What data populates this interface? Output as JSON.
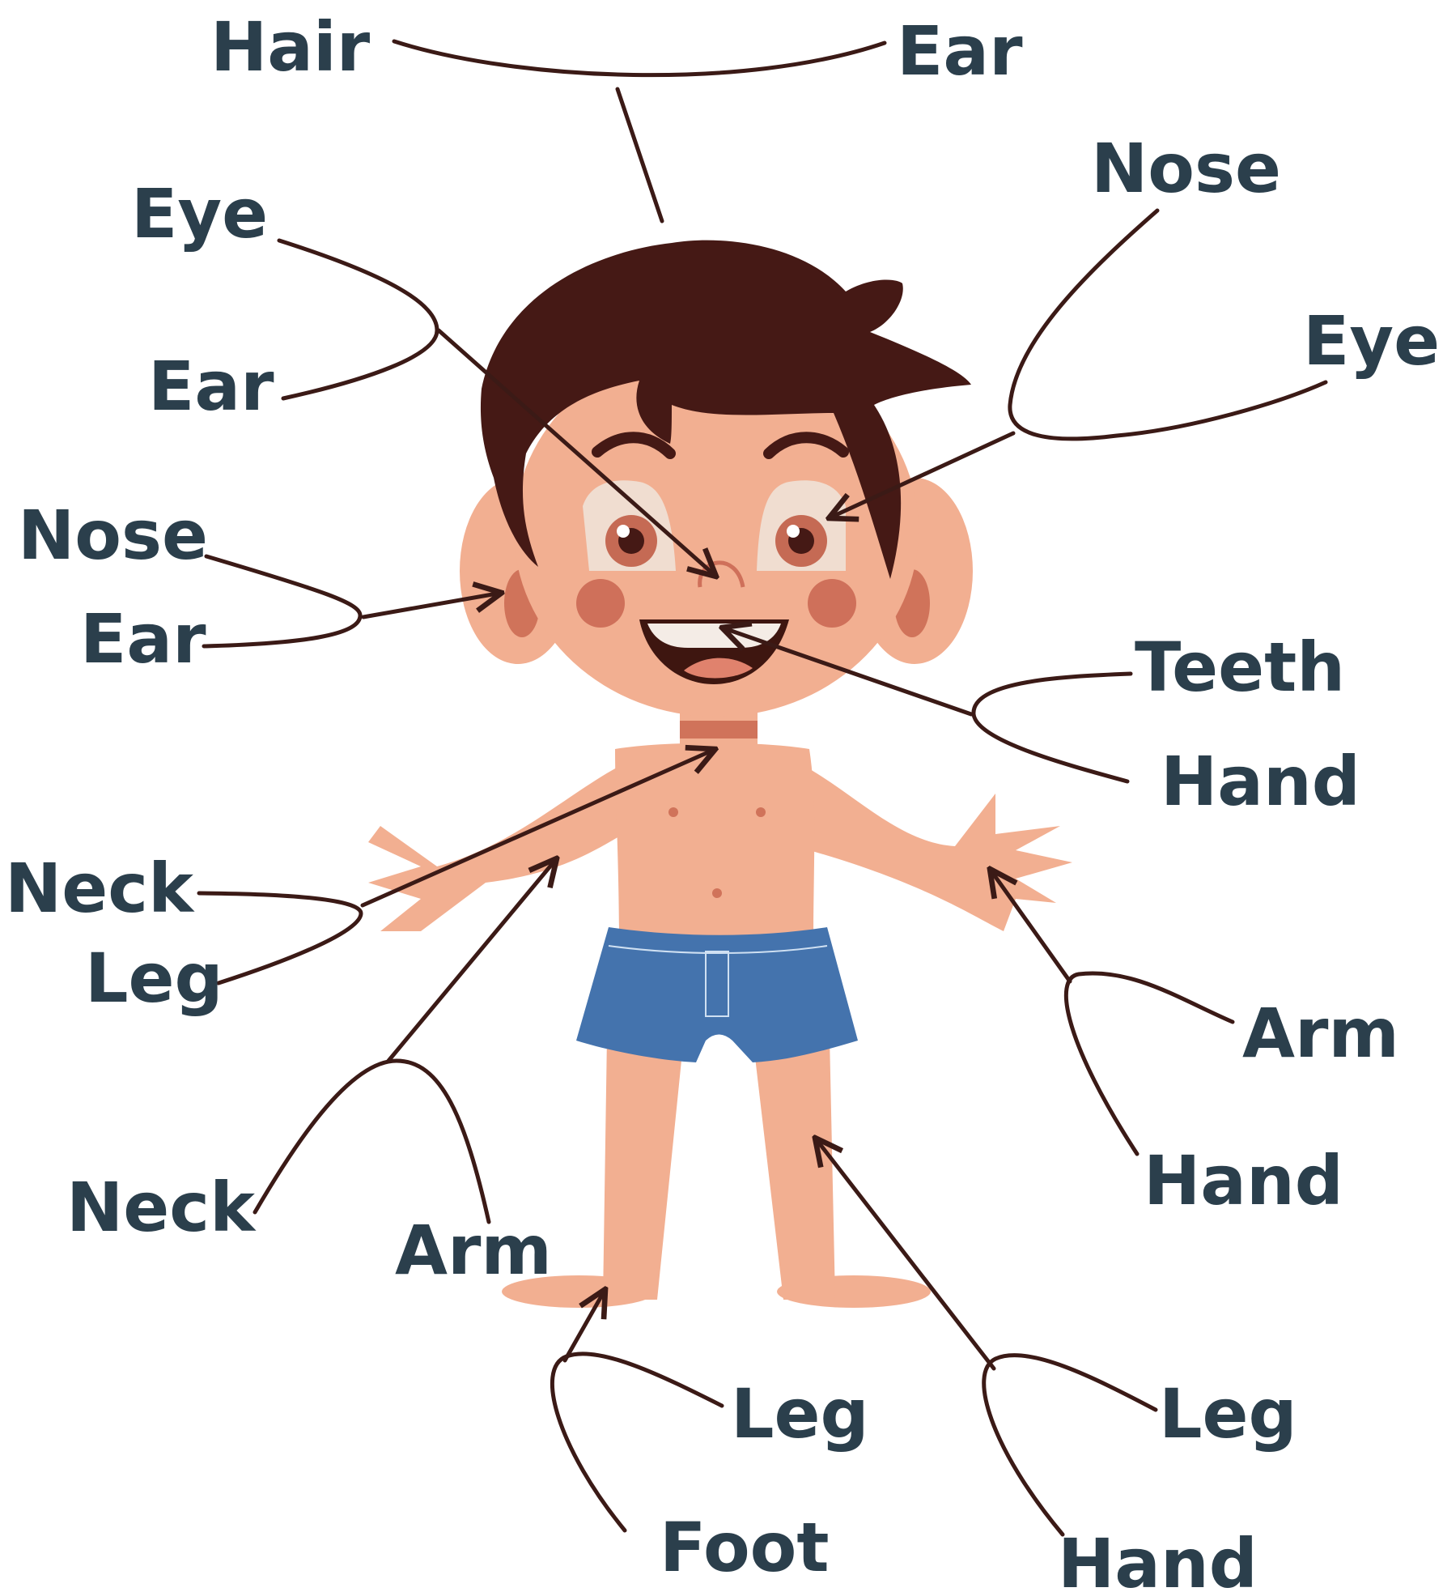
{
  "diagram": {
    "labels": {
      "hair_top": "Hair",
      "ear_top": "Ear",
      "eye_left": "Eye",
      "ear_left": "Ear",
      "nose_right": "Nose",
      "eye_right": "Eye",
      "nose_left": "Nose",
      "ear_left2": "Ear",
      "teeth_right": "Teeth",
      "hand_right": "Hand",
      "neck_left": "Neck",
      "leg_left": "Leg",
      "arm_right": "Arm",
      "hand_right2": "Hand",
      "neck_left2": "Neck",
      "arm_left": "Arm",
      "leg_bottom_mid": "Leg",
      "foot_bottom": "Foot",
      "leg_bottom_right": "Leg",
      "hand_bottom_right": "Hand"
    },
    "colors": {
      "label_text": "#2b3f4c",
      "connector": "#3b1a16",
      "skin": "#f2af91",
      "hair": "#451915",
      "shorts": "#4473ad"
    }
  }
}
